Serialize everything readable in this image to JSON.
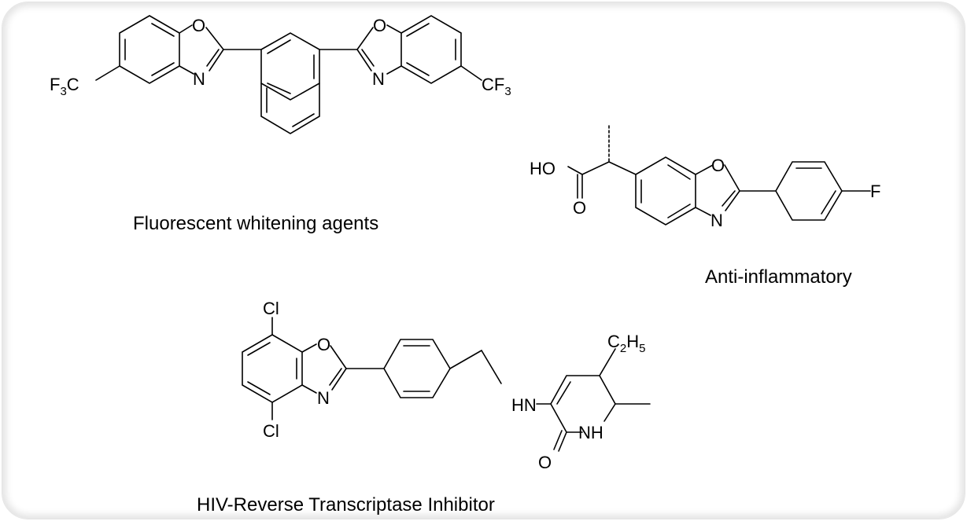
{
  "captions": {
    "whitening": "Fluorescent whitening agents",
    "anti_inflammatory": "Anti-inflammatory",
    "hiv": "HIV-Reverse Transcriptase Inhibitor"
  },
  "atom_labels": {
    "O": "O",
    "N": "N",
    "F": "F",
    "HO": "HO",
    "HN": "HN",
    "NH": "NH",
    "Cl": "Cl",
    "C": "C",
    "H": "H",
    "CF": "CF",
    "three": "3",
    "two": "2",
    "five": "5"
  },
  "colors": {
    "line": "#000000",
    "border_shadow": "#d8d8d8"
  }
}
